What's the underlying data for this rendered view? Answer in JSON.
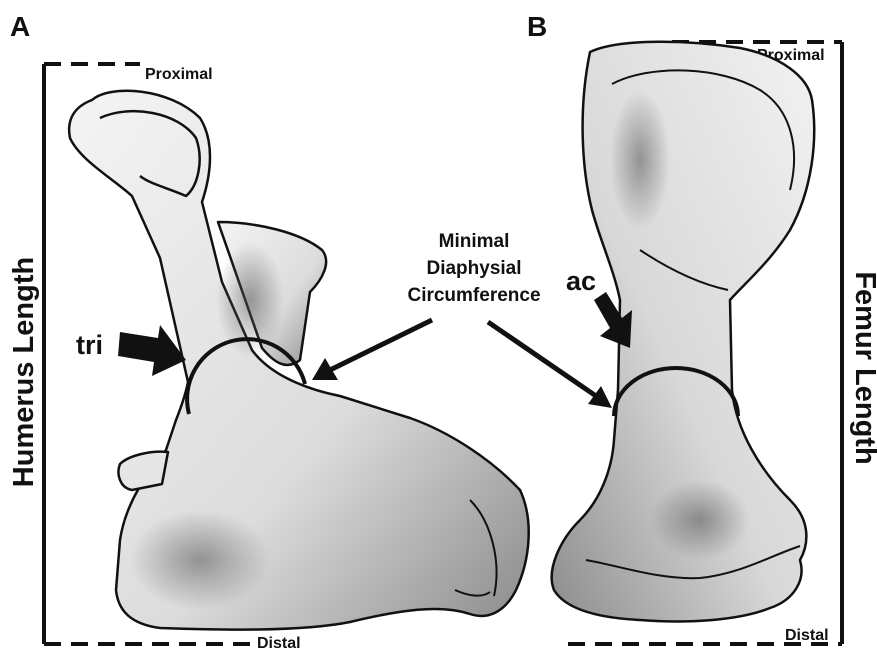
{
  "panels": {
    "a": {
      "letter": "A",
      "top_label": "Proximal",
      "bottom_label": "Distal",
      "side_label": "Humerus Length",
      "arrow_label": "tri"
    },
    "b": {
      "letter": "B",
      "top_label": "Proximal",
      "bottom_label": "Distal",
      "side_label": "Femur Length",
      "arrow_label": "ac"
    }
  },
  "center_label": {
    "line1": "Minimal",
    "line2": "Diaphysial",
    "line3": "Circumference"
  },
  "colors": {
    "ink": "#111111",
    "bone_fill": "#ececec",
    "bone_shade": "#9a9a9a",
    "background": "#ffffff"
  }
}
